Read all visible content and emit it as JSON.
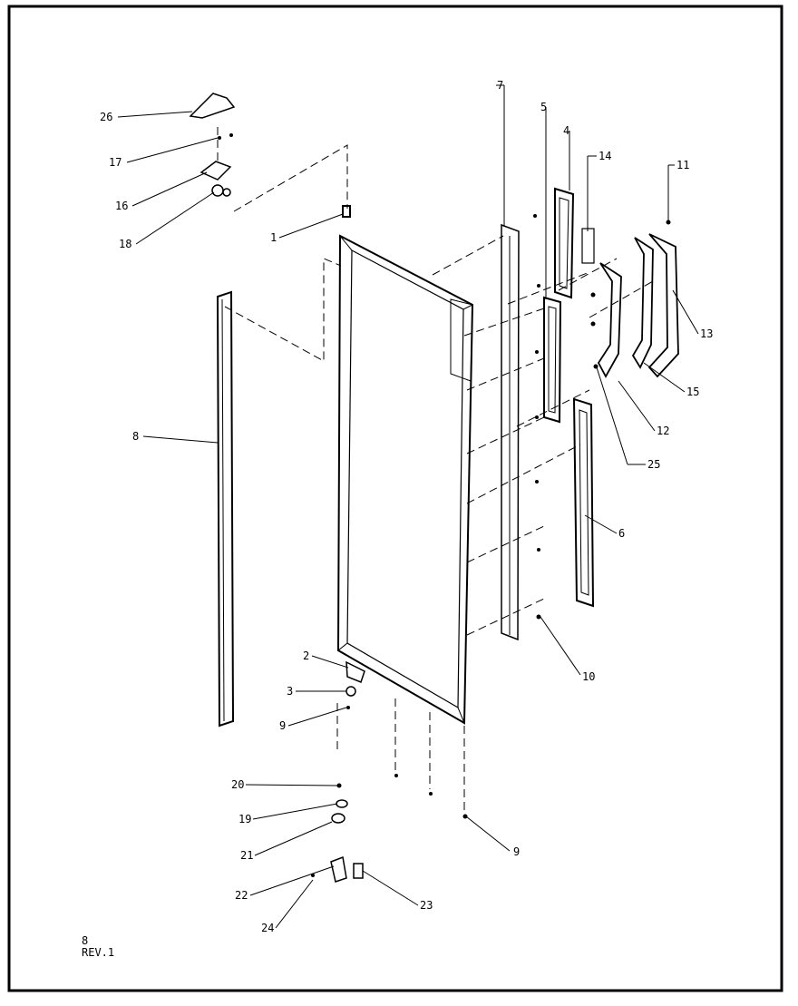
{
  "callouts": {
    "c26": "26",
    "c17": "17",
    "c16": "16",
    "c18": "18",
    "c1": "1",
    "c7": "7",
    "c5": "5",
    "c4": "4",
    "c14": "14",
    "c11": "11",
    "c13": "13",
    "c15": "15",
    "c12": "12",
    "c25": "25",
    "c8": "8",
    "c6": "6",
    "c10": "10",
    "c2": "2",
    "c3": "3",
    "c9a": "9",
    "c9b": "9",
    "c20": "20",
    "c19": "19",
    "c21": "21",
    "c22": "22",
    "c23": "23",
    "c24": "24"
  },
  "footer": {
    "page": "8",
    "revision": "REV.1"
  },
  "colors": {
    "ink": "#000000",
    "paper": "#ffffff"
  }
}
